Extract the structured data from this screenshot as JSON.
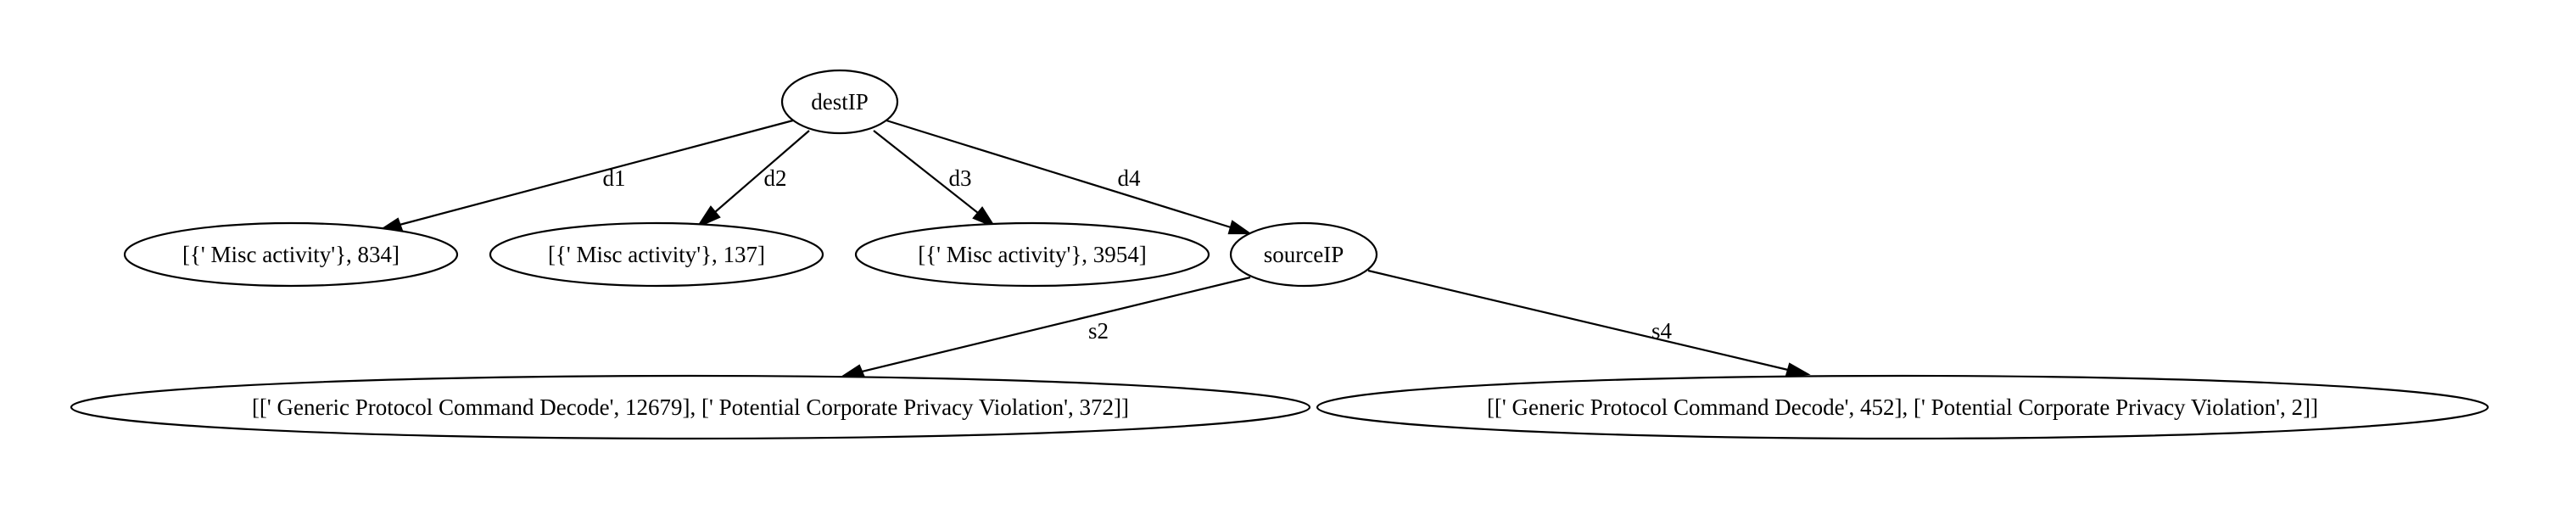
{
  "nodes": {
    "destip": "destIP",
    "misc_834": "[{' Misc activity'}, 834]",
    "misc_137": "[{' Misc activity'}, 137]",
    "misc_3954": "[{' Misc activity'}, 3954]",
    "sourceip": "sourceIP",
    "generic_12679": "[[' Generic Protocol Command Decode', 12679], [' Potential Corporate Privacy Violation', 372]]",
    "generic_452": "[[' Generic Protocol Command Decode', 452], [' Potential Corporate Privacy Violation', 2]]"
  },
  "edges": {
    "d1": "d1",
    "d2": "d2",
    "d3": "d3",
    "d4": "d4",
    "s2": "s2",
    "s4": "s4"
  }
}
